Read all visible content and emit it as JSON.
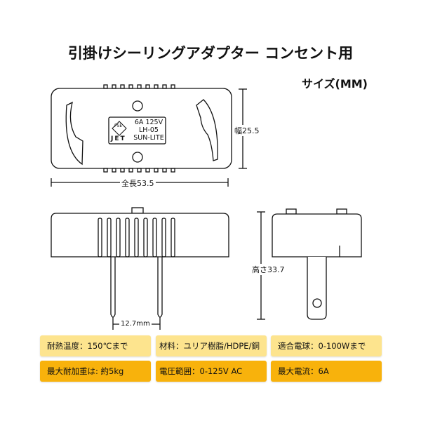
{
  "title": "引掛けシーリングアダプター コンセント用",
  "size_label": "サイズ(MM)",
  "top_view": {
    "label_lines": [
      "6A  125V",
      "LH-05",
      "SUN-LITE"
    ],
    "logo_text": "PSE",
    "jet_text": "JET",
    "width_dim": "幅25.5",
    "length_dim": "全長53.5"
  },
  "side_view": {
    "pin_spacing": "12.7mm",
    "height_dim": "高さ33.7"
  },
  "specs": [
    {
      "text": "耐熱温度：150℃まで"
    },
    {
      "text": "材料：ユリア樹脂/HDPE/銅"
    },
    {
      "text": "適合電球：0-100Wまで"
    },
    {
      "text": "最大耐加重は: 約5kg"
    },
    {
      "text": "電圧範囲：0-125V  AC"
    },
    {
      "text": "最大電流：6A"
    }
  ],
  "colors": {
    "spec_row1": "#fde48e",
    "spec_row2": "#f8b20c"
  }
}
